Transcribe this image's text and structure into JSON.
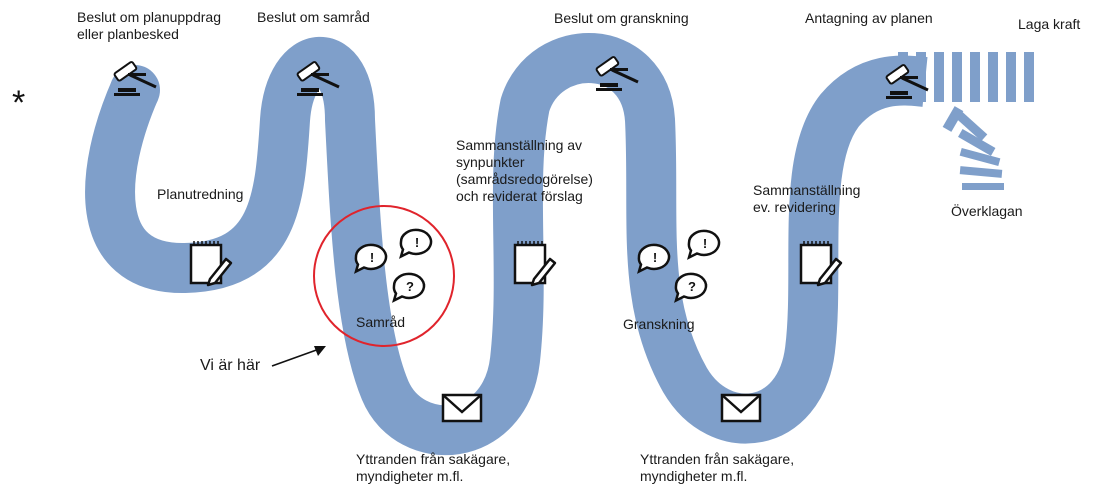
{
  "labels": {
    "planuppdrag": "Beslut om planuppdrag\neller planbesked",
    "samrad_decision": "Beslut om samråd",
    "granskning_decision": "Beslut om granskning",
    "antagning": "Antagning av planen",
    "laga_kraft": "Laga kraft",
    "planutredning": "Planutredning",
    "sammanstallning_1": "Sammanställning av\nsynpunkter\n(samrådsredogörelse)\noch reviderat förslag",
    "sammanstallning_2": "Sammanställning\nev. revidering",
    "overklagan": "Överklagan",
    "samrad": "Samråd",
    "granskning": "Granskning",
    "yttranden_1": "Yttranden från sakägare,\nmyndigheter m.fl.",
    "yttranden_2": "Yttranden från sakägare,\nmyndigheter m.fl.",
    "vi_ar_har": "Vi är här",
    "asterisk": "*"
  },
  "bubble_marks": [
    "!",
    "!",
    "?",
    "!",
    "!",
    "?"
  ],
  "colors": {
    "road": "#7f9fca",
    "circle": "#e0242c",
    "ink": "#111111"
  },
  "icons": [
    "gavel-icon",
    "notepad-icon",
    "speech-bubble-icon",
    "envelope-icon",
    "arrow-icon"
  ]
}
